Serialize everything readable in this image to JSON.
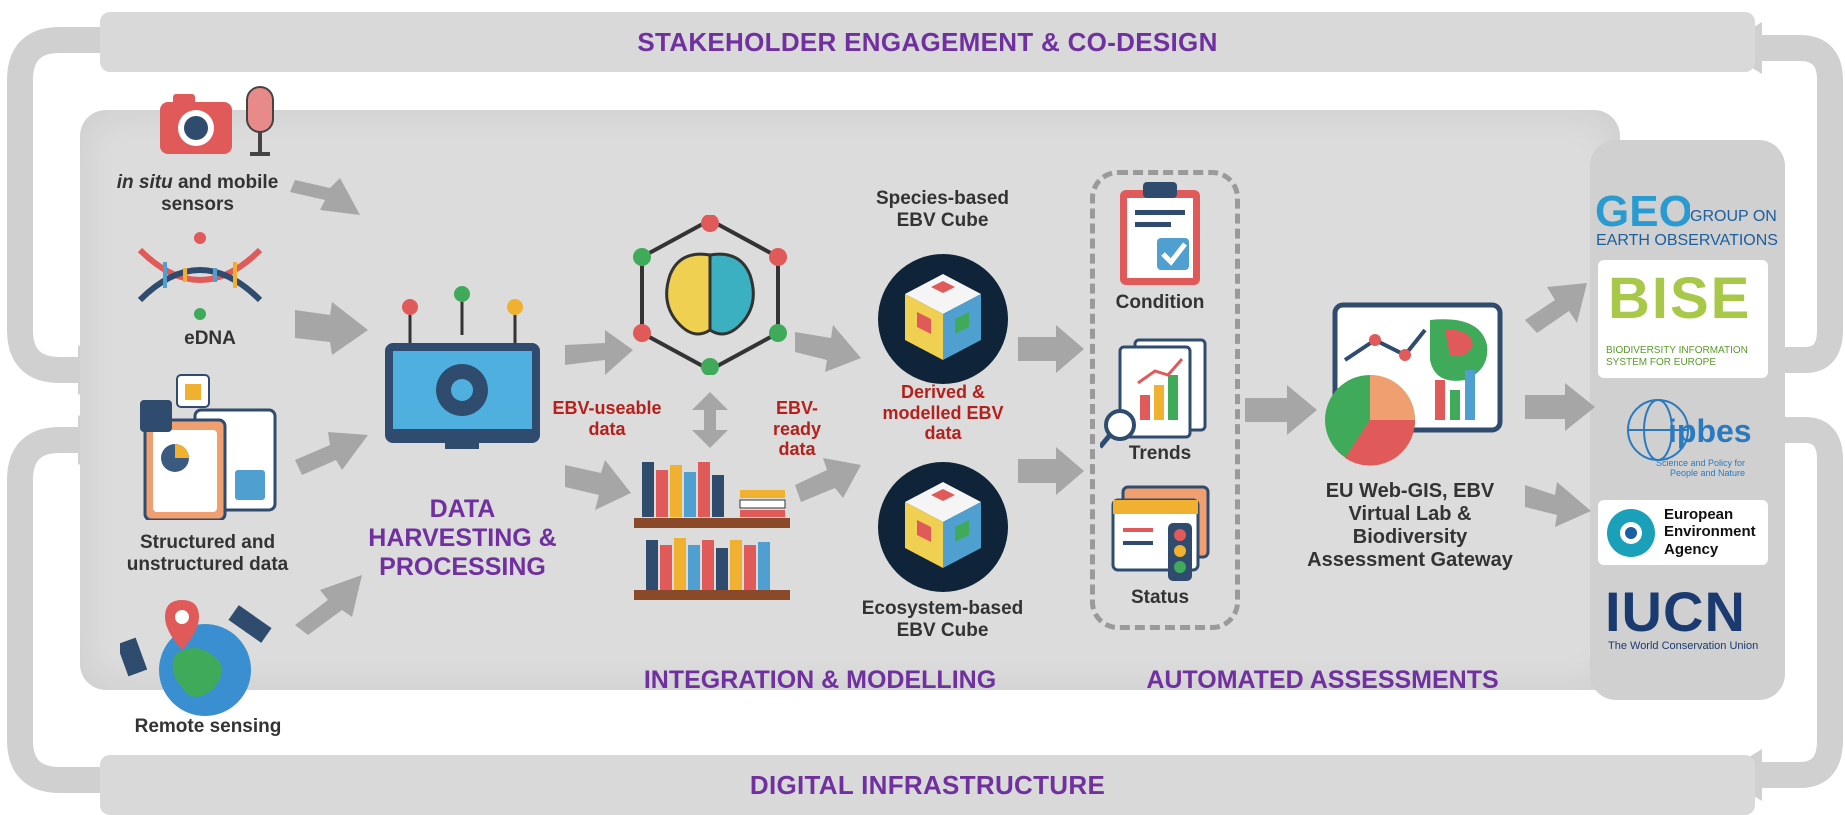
{
  "bands": {
    "top": "STAKEHOLDER ENGAGEMENT & CO-DESIGN",
    "bottom": "DIGITAL INFRASTRUCTURE"
  },
  "inputs": {
    "insitu_italic": "in situ",
    "insitu_rest": " and mobile sensors",
    "edna": "eDNA",
    "structured": "Structured and unstructured data",
    "remote": "Remote sensing"
  },
  "processing": {
    "title": "DATA HARVESTING & PROCESSING"
  },
  "integration": {
    "useable": "EBV-useable data",
    "ready": "EBV-ready data",
    "species_cube": "Species-based EBV Cube",
    "derived": "Derived & modelled EBV data",
    "ecosystem_cube": "Ecosystem-based EBV Cube",
    "section_title": "INTEGRATION & MODELLING"
  },
  "assessments": {
    "condition": "Condition",
    "trends": "Trends",
    "status": "Status",
    "section_title": "AUTOMATED ASSESSMENTS"
  },
  "gateway": {
    "label": "EU Web-GIS, EBV Virtual Lab & Biodiversity Assessment Gateway"
  },
  "orgs": {
    "geo_logo": "GEO",
    "geo_line1": "GROUP ON",
    "geo_line2": "EARTH OBSERVATIONS",
    "bise_logo": "BISE",
    "bise_sub": "BIODIVERSITY INFORMATION SYSTEM FOR EUROPE",
    "ipbes_logo": "ipbes",
    "ipbes_sub": "Science and Policy for People and Nature",
    "eea": "European Environment Agency",
    "iucn": "IUCN",
    "iucn_sub": "The World Conservation Union"
  },
  "colors": {
    "purple": "#7030a0",
    "red": "#b4211c",
    "band": "#d9d9d9",
    "panel": "#dcdcdc",
    "arrow": "#a6a6a6"
  }
}
